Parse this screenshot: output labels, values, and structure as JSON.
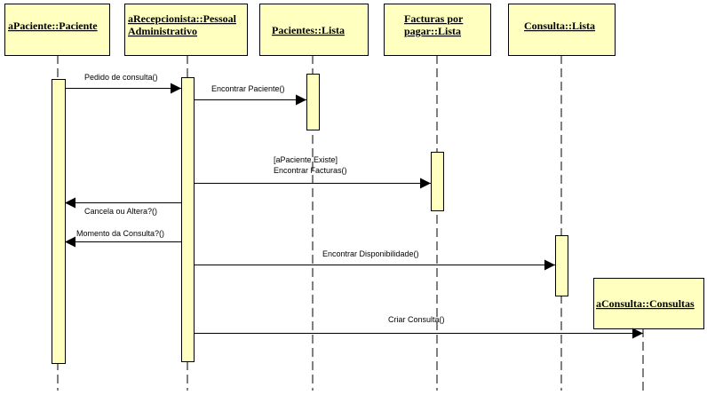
{
  "colors": {
    "object_fill": "#ffffc0",
    "activation_fill": "#ffffc0",
    "stroke": "#000000",
    "background": "#ffffff"
  },
  "objects": [
    {
      "id": "paciente",
      "lines": [
        "aPaciente::Paciente"
      ]
    },
    {
      "id": "recepcionista",
      "lines": [
        "aRecepcionista::Pessoal",
        "Administrativo"
      ]
    },
    {
      "id": "pacientes-lista",
      "lines": [
        "Pacientes::Lista"
      ]
    },
    {
      "id": "facturas",
      "lines": [
        "Facturas por",
        "pagar::Lista"
      ]
    },
    {
      "id": "consulta-lista",
      "lines": [
        "Consulta::Lista"
      ]
    },
    {
      "id": "consulta",
      "lines": [
        "aConsulta::Consultas"
      ]
    }
  ],
  "messages": [
    {
      "id": "pedido",
      "from": "paciente",
      "to": "recepcionista",
      "lines": [
        "Pedido de consulta()"
      ]
    },
    {
      "id": "encontrar-paciente",
      "from": "recepcionista",
      "to": "pacientes-lista",
      "lines": [
        "Encontrar Paciente()"
      ]
    },
    {
      "id": "encontrar-facturas",
      "from": "recepcionista",
      "to": "facturas",
      "lines": [
        "[aPaciente Existe]",
        "Encontrar Facturas()"
      ]
    },
    {
      "id": "cancela",
      "from": "recepcionista",
      "to": "paciente",
      "lines": [
        "Cancela ou Altera?()"
      ]
    },
    {
      "id": "momento",
      "from": "recepcionista",
      "to": "paciente",
      "lines": [
        "Momento da Consulta?()"
      ]
    },
    {
      "id": "disponibilidade",
      "from": "recepcionista",
      "to": "consulta-lista",
      "lines": [
        "Encontrar Disponibilidade()"
      ]
    },
    {
      "id": "criar",
      "from": "recepcionista",
      "to": "consulta",
      "lines": [
        "Criar Consulta()"
      ]
    }
  ]
}
